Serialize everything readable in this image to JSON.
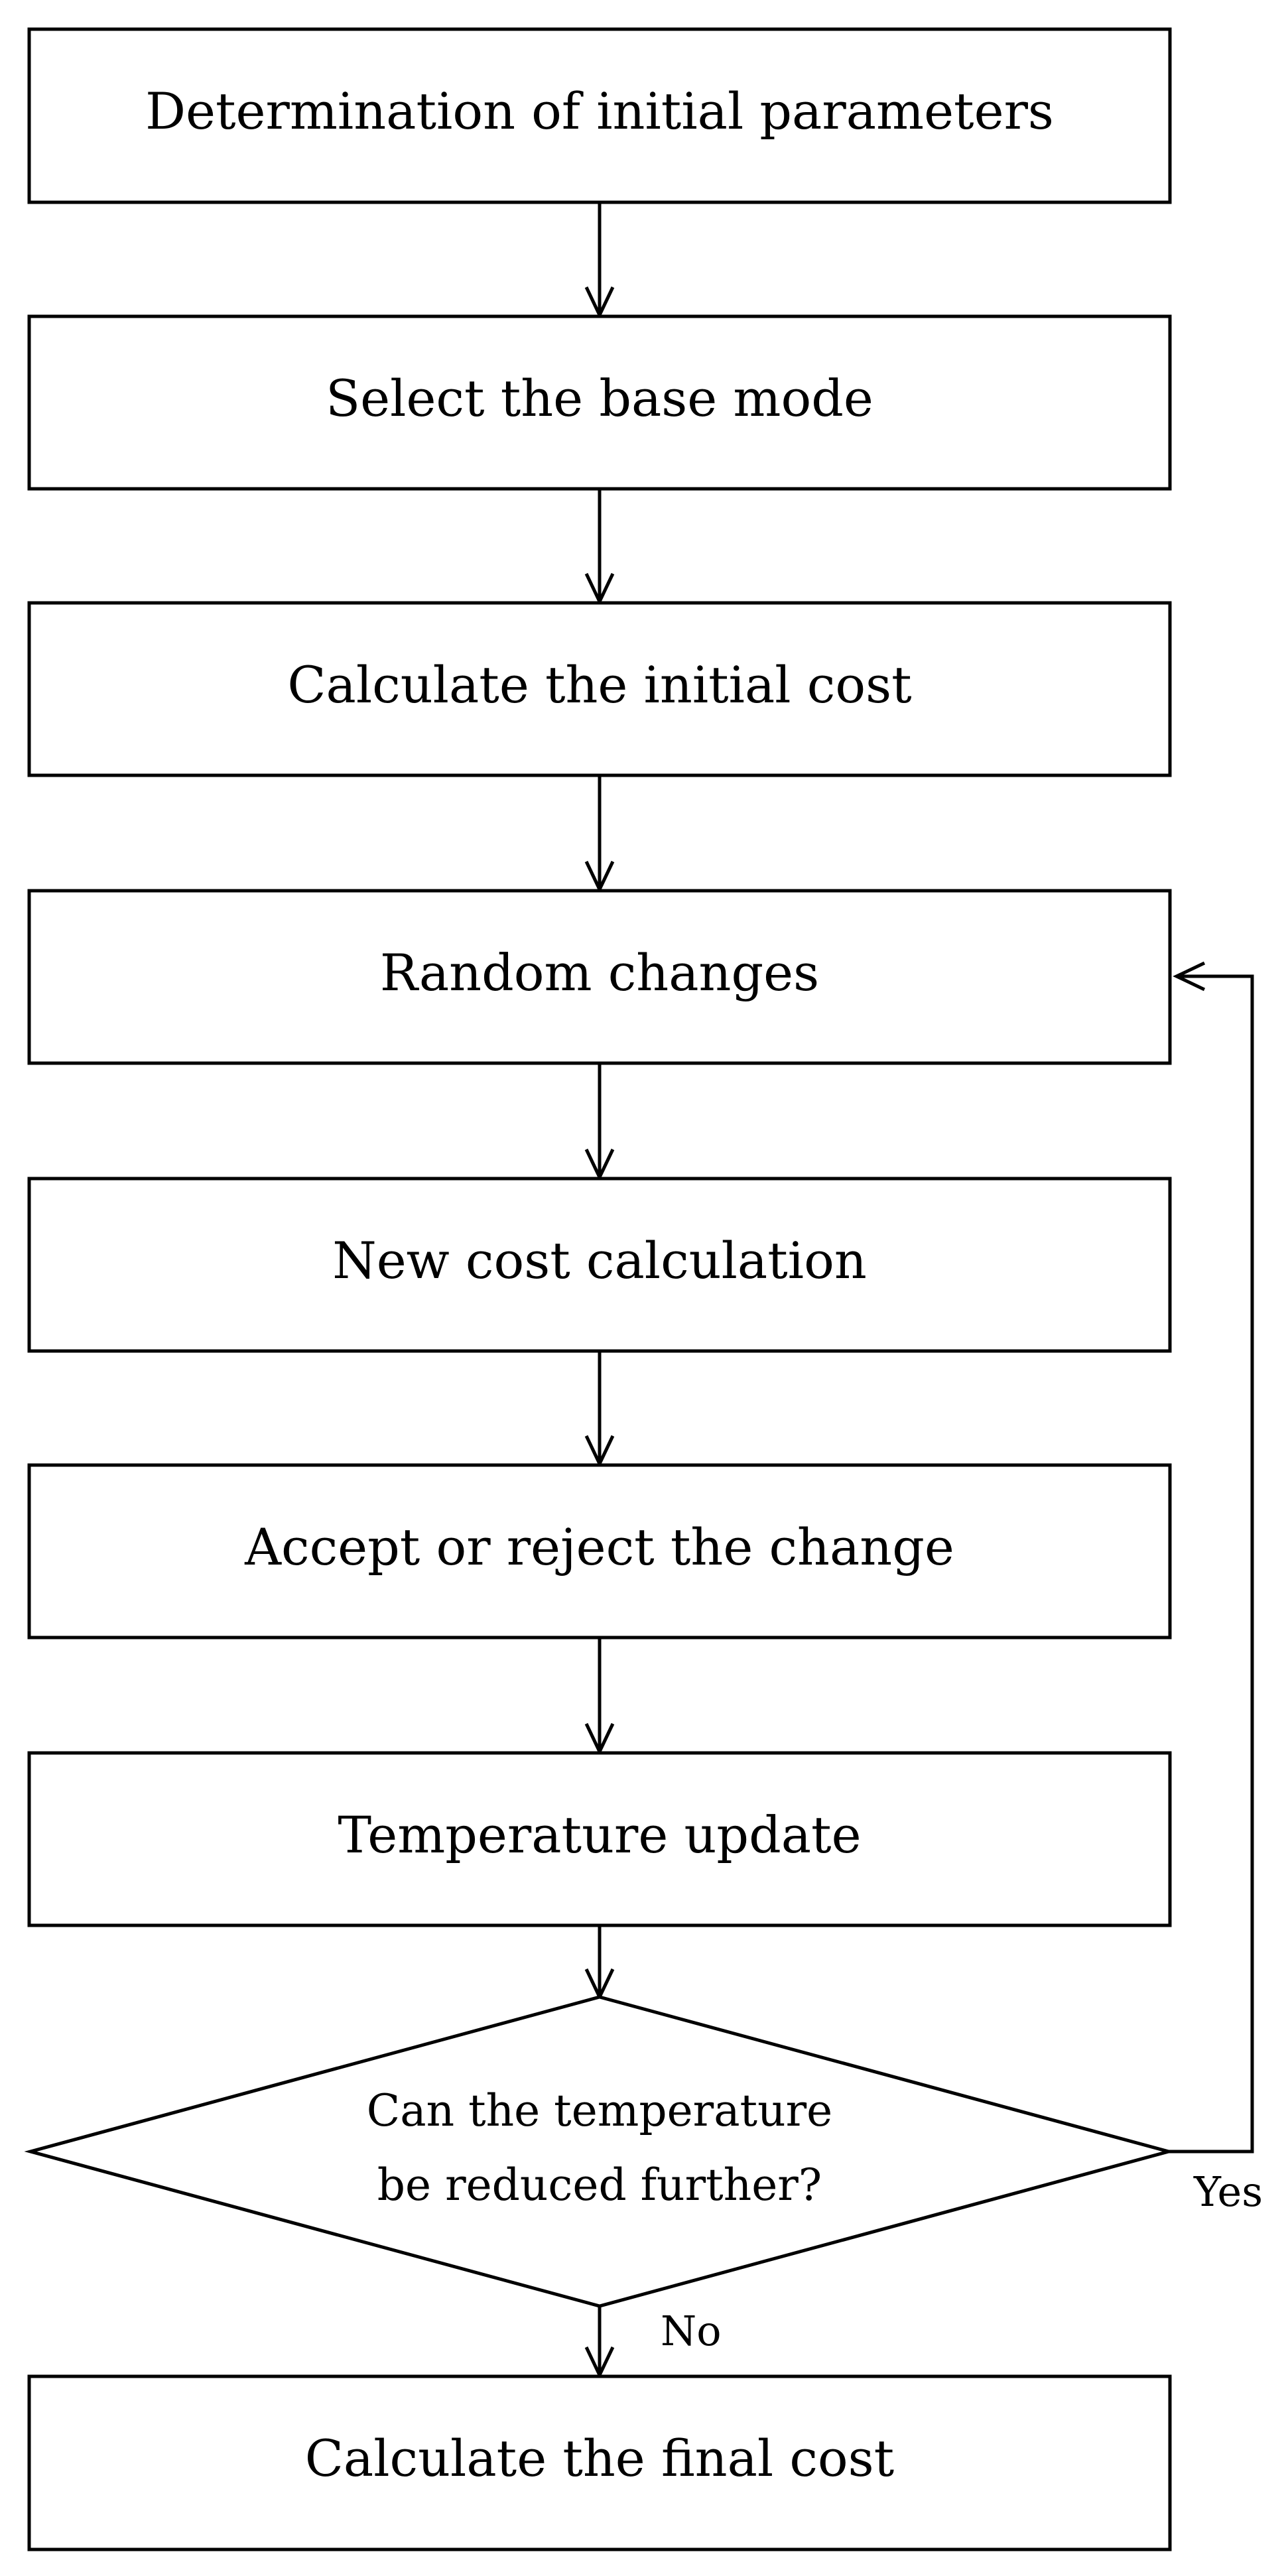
{
  "flowchart": {
    "steps": [
      {
        "label": "Determination of initial parameters"
      },
      {
        "label": "Select the base mode"
      },
      {
        "label": "Calculate the initial cost"
      },
      {
        "label": "Random changes"
      },
      {
        "label": "New cost calculation"
      },
      {
        "label": "Accept or reject the change"
      },
      {
        "label": "Temperature update"
      }
    ],
    "decision": {
      "line1": "Can the temperature",
      "line2": "be reduced further?"
    },
    "final_step": {
      "label": "Calculate the final cost"
    },
    "branch_yes": "Yes",
    "branch_no": "No"
  }
}
